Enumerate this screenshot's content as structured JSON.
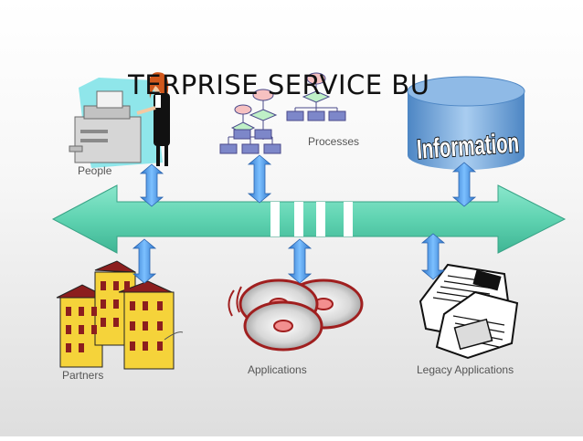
{
  "title": "TERPRISE SERVICE BU",
  "labels": {
    "people": "People",
    "processes": "Processes",
    "information": "Information",
    "partners": "Partners",
    "applications": "Applications",
    "legacy": "Legacy Applications"
  },
  "colors": {
    "bus": "#5fd3b1",
    "connector": "#3d8fe0",
    "information_cylinder": "#6fa5d8",
    "building": "#f5d33a",
    "roof": "#8c1e1e"
  }
}
